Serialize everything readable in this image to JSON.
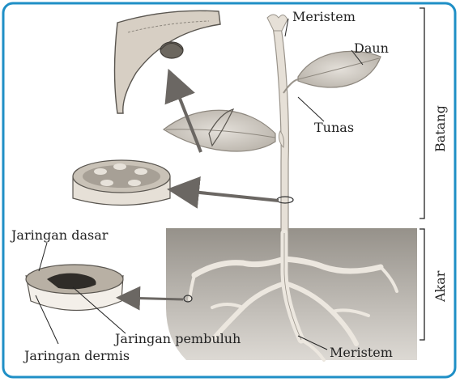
{
  "labels": {
    "meristem_top": "Meristem",
    "daun": "Daun",
    "tunas": "Tunas",
    "batang": "Batang",
    "akar": "Akar",
    "jaringan_dasar": "Jaringan dasar",
    "jaringan_pembuluh": "Jaringan pembuluh",
    "jaringan_dermis": "Jaringan dermis",
    "meristem_bottom": "Meristem"
  },
  "colors": {
    "frame": "#1f8fc6",
    "soil": "#6f6a63",
    "tissue_light": "#ddd6cc",
    "leaf": "#cfcac3",
    "arrow": "#6b6763",
    "stem": "#e6e0d7",
    "section_green": "#8b9a7d"
  }
}
